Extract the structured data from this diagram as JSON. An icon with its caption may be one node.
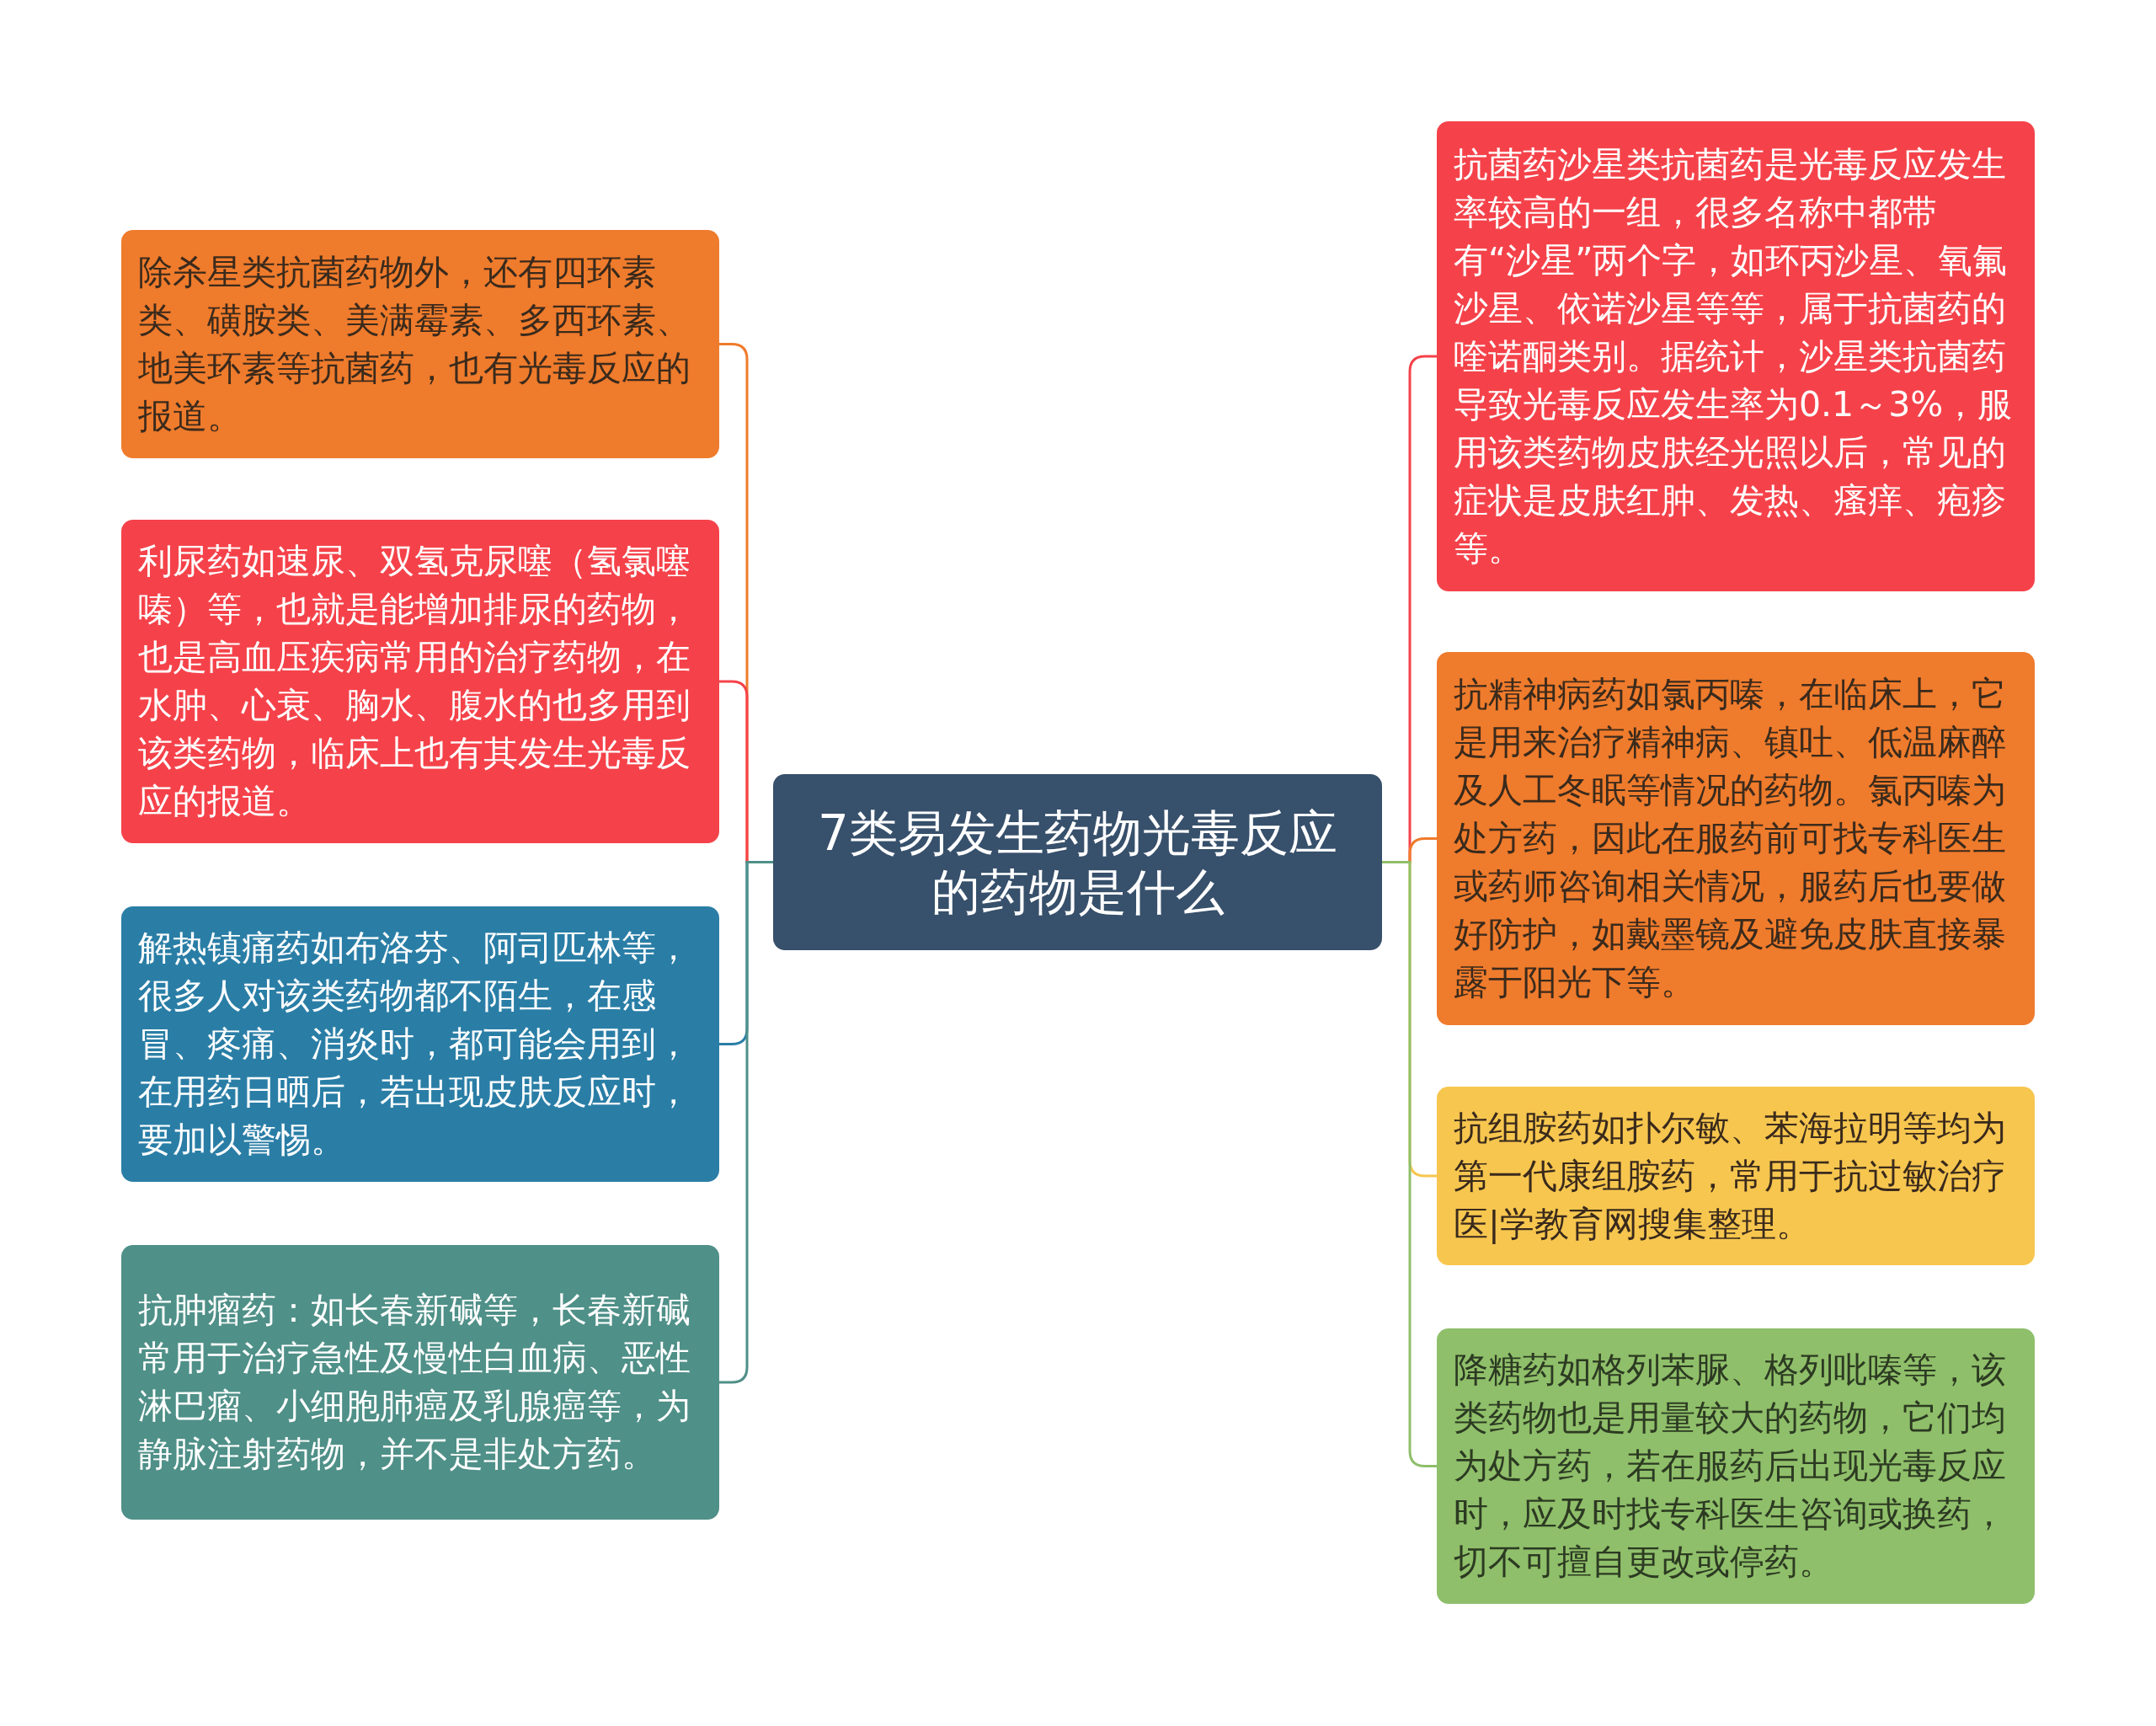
{
  "diagram": {
    "nodes": [
      {
        "text": [
          "7类易发生药物光毒反应的药物是什么"
        ]
      },
      {
        "text": [
          "除杀星类抗菌药物外，还有四环素类、磺胺类、美满霉素、多西环素、地美环素等抗菌药，也有光毒反应的报道。"
        ]
      },
      {
        "text": [
          "利尿药如速尿、双氢克尿噻（氢氯噻嗪）等，也就是能增加排尿的药物，也是高血压疾病常用的治疗药物，在水肿、心衰、胸水、腹水的也多用到该类药物，临床上也有其发生光毒反应的报道。"
        ]
      },
      {
        "text": [
          "解热镇痛药如布洛芬、阿司匹林等，很多人对该类药物都不陌生，在感冒、疼痛、消炎时，都可能会用到，在用药日晒后，若出现皮肤反应时，要加以警惕。"
        ]
      },
      {
        "text": [
          "抗肿瘤药：如长春新碱等，长春新碱常用于治疗急性及慢性白血病、恶性淋巴瘤、小细胞肺癌及乳腺癌等，为静脉注射药物，并不是非处方药。"
        ]
      },
      {
        "text": [
          "抗菌药沙星类抗菌药是光毒反应发生率较高的一组，很多名称中都带有“沙星”两个字，如环丙沙星、氧氟沙星、依诺沙星等等，属于抗菌药的喹诺酮类别。据统计，沙星类抗菌药导致光毒反应发生率为0.1～3%，服用该类药物皮肤经光照以后，常见的症状是皮肤红肿、发热、瘙痒、疱疹等。"
        ]
      },
      {
        "text": [
          "抗精神病药如氯丙嗪，在临床上，它是用来治疗精神病、镇吐、低温麻醉及人工冬眠等情况的药物。氯丙嗪为处方药，因此在服药前可找专科医生或药师咨询相关情况，服药后也要做好防护，如戴墨镜及避免皮肤直接暴露于阳光下等。"
        ]
      },
      {
        "text": [
          "抗组胺药如扑尔敏、苯海拉明等均为第一代康组胺药，常用于抗过敏治疗医|学教育网搜集整理。"
        ]
      },
      {
        "text": [
          "降糖药如格列苯脲、格列吡嗪等，该类药物也是用量较大的药物，它们均为处方药，若在服药后出现光毒反应时，应及时找专科医生咨询或换药，切不可擅自更改或停药。"
        ]
      }
    ],
    "edges": [
      {
        "from": 0,
        "to": 1,
        "arrow": "none",
        "color": "#ef7b2c"
      },
      {
        "from": 0,
        "to": 2,
        "arrow": "none",
        "color": "#f5424a"
      },
      {
        "from": 0,
        "to": 3,
        "arrow": "none",
        "color": "#2a7ea6"
      },
      {
        "from": 0,
        "to": 4,
        "arrow": "none",
        "color": "#4f9088"
      },
      {
        "from": 0,
        "to": 5,
        "arrow": "none",
        "color": "#f5424a"
      },
      {
        "from": 0,
        "to": 6,
        "arrow": "none",
        "color": "#ef7b2c"
      },
      {
        "from": 0,
        "to": 7,
        "arrow": "none",
        "color": "#f7c64f"
      },
      {
        "from": 0,
        "to": 8,
        "arrow": "none",
        "color": "#8fbf6a"
      }
    ]
  }
}
